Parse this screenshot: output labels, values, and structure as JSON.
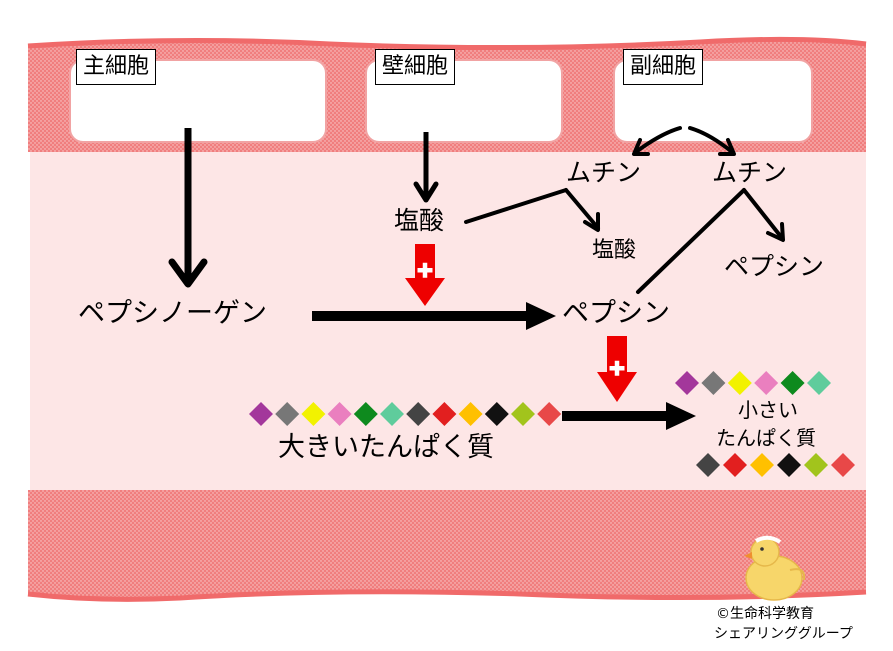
{
  "cells": [
    {
      "label": "主細胞"
    },
    {
      "label": "壁細胞"
    },
    {
      "label": "副細胞"
    }
  ],
  "substances": {
    "pepsinogen": "ペプシノーゲン",
    "hcl_main": "塩酸",
    "pepsin_main": "ペプシン",
    "mucin_left": "ムチン",
    "mucin_right": "ムチン",
    "hcl_neutralized": "塩酸",
    "pepsin_neutralized": "ペプシン",
    "large_protein": "大きいたんぱく質",
    "small_protein_1": "小さい",
    "small_protein_2": "たんぱく質"
  },
  "amino_acid_colors": {
    "large": [
      "#a3379b",
      "#777777",
      "#f2f200",
      "#ea7fbf",
      "#0e8a1e",
      "#5fcc9c",
      "#444444",
      "#e21f1f",
      "#ffc000",
      "#111111",
      "#a2c41c",
      "#e84848"
    ],
    "small_top": [
      "#a3379b",
      "#777777",
      "#f2f200",
      "#ea7fbf",
      "#0e8a1e",
      "#5fcc9c"
    ],
    "small_bottom": [
      "#444444",
      "#e21f1f",
      "#ffc000",
      "#111111",
      "#a2c41c",
      "#e84848"
    ]
  },
  "colors": {
    "tissue": "#f07e7e",
    "lumen": "#fde6e6",
    "promote_arrow": "#ee0000"
  },
  "credit": {
    "line1": "©生命科学教育",
    "line2": "シェアリンググループ"
  }
}
